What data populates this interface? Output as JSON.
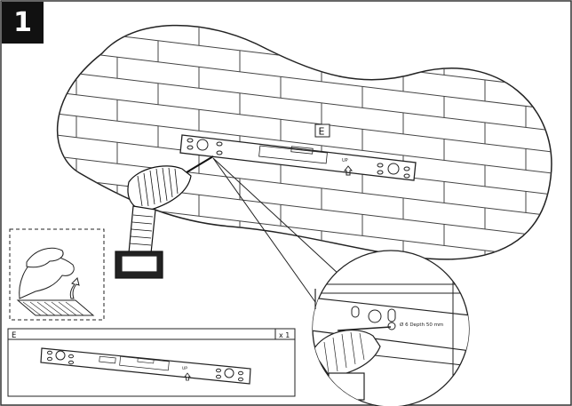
{
  "step": {
    "number": "1"
  },
  "wall": {
    "bracket_label": "E",
    "bracket_up_label": "UP"
  },
  "zoom_detail": {
    "drill_note": "Ø 6 Depth 50 mm"
  },
  "parts": {
    "part_id": "E",
    "quantity": "x 1",
    "bracket_up_label": "UP"
  },
  "icons": [
    "drill-icon",
    "peel-adhesive-icon",
    "up-arrow-icon"
  ]
}
